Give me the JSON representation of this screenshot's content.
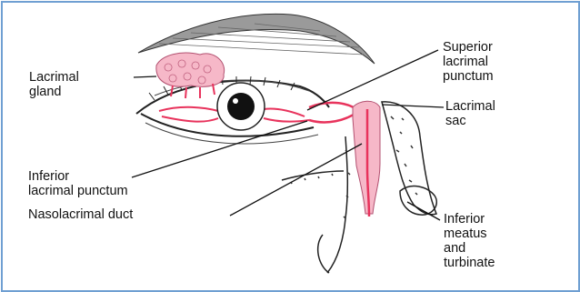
{
  "labels": {
    "lacrimal_gland": "Lacrimal\ngland",
    "superior_punctum": "Superior\nlacrimal\npunctum",
    "lacrimal_sac": "Lacrimal\nsac",
    "inferior_punctum": "Inferior\nlacrimal punctum",
    "nasolacrimal_duct": "Nasolacrimal duct",
    "inferior_meatus": "Inferior\nmeatus\nand\nturbinate"
  },
  "colors": {
    "frame": "#6f9fd2",
    "duct": "#e8335c",
    "duct_light": "#f6b8c8",
    "ink": "#111111"
  }
}
